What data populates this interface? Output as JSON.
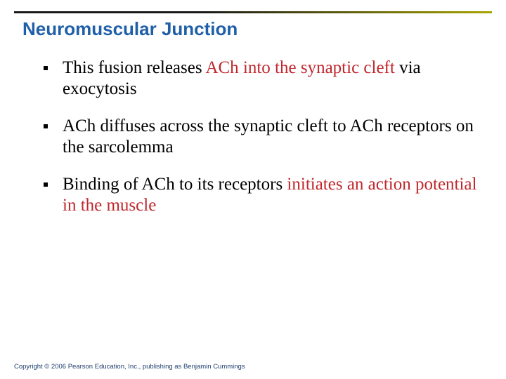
{
  "title": "Neuromuscular Junction",
  "accent_color": "#c0272d",
  "title_color": "#1f5fa8",
  "bullets": [
    {
      "a": "This fusion releases ",
      "b": "ACh into the synaptic cleft",
      "c": " via exocytosis"
    },
    {
      "a": "ACh diffuses across the synaptic cleft to ACh receptors on the sarcolemma"
    },
    {
      "a": "Binding of ACh to its receptors ",
      "b": "initiates an action potential in the muscle"
    }
  ],
  "footer": {
    "copyright": "Copyright © 2006 Pearson Education, Inc., publishing as Benjamin Cummings"
  }
}
